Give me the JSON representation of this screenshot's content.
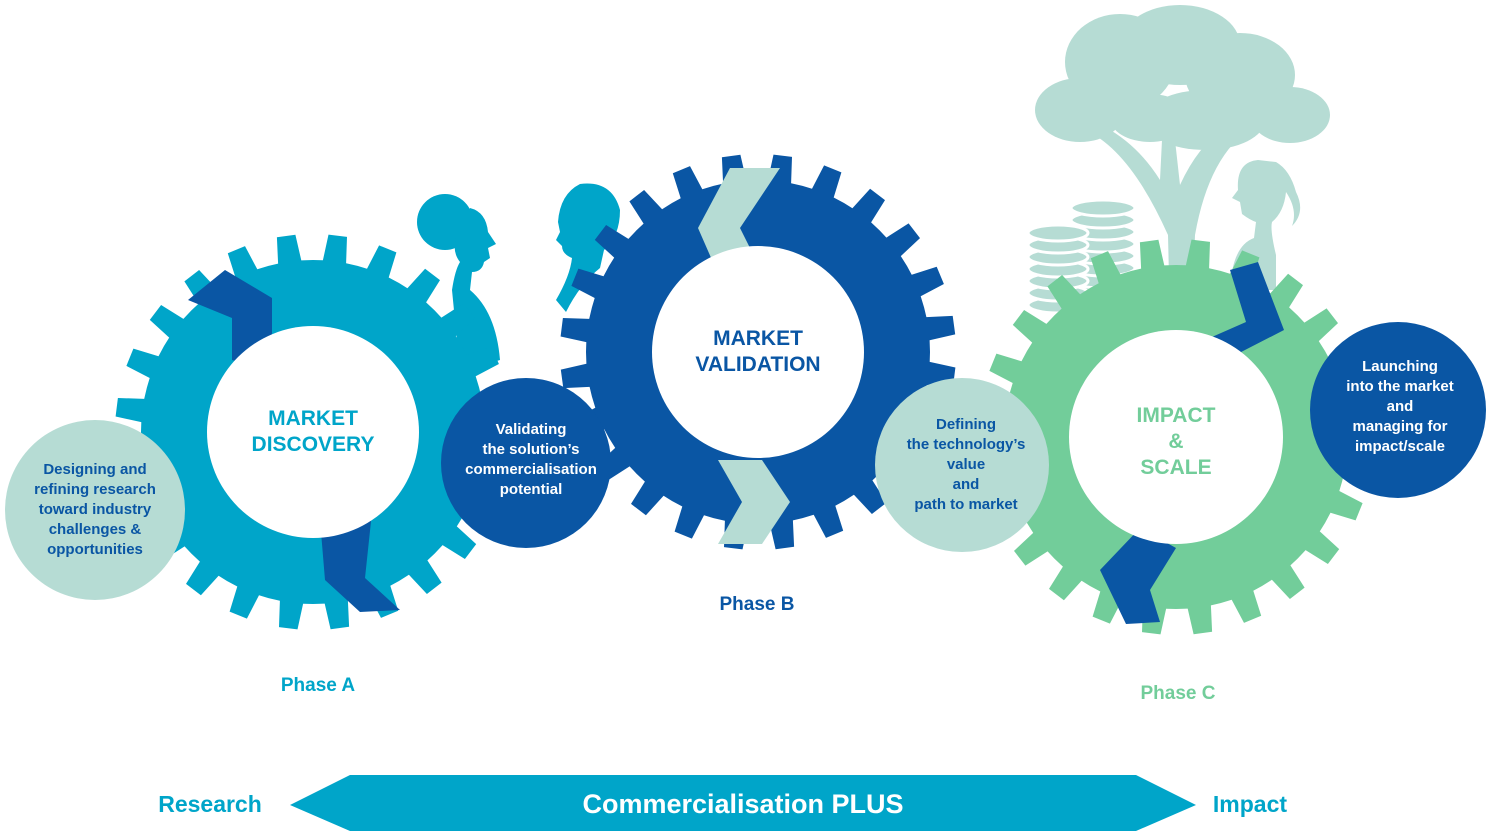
{
  "colors": {
    "cyan": "#00a5c9",
    "blue": "#0a56a4",
    "green": "#72cd9a",
    "pale": "#b6dcd4",
    "white": "#ffffff"
  },
  "icons": [
    "woman-silhouette-icon",
    "man-silhouette-icon",
    "tree-icon",
    "coin-stack-icon",
    "girl-silhouette-icon"
  ],
  "phases": [
    {
      "title": "MARKET\nDISCOVERY",
      "label": "Phase A",
      "bubble": "Designing and\nrefining research\ntoward industry\nchallenges &\nopportunities"
    },
    {
      "title": "MARKET\nVALIDATION",
      "label": "Phase B",
      "bubble_left": "Validating\nthe solution’s\ncommercialisation\npotential",
      "bubble_right": "Defining\nthe technology’s\nvalue\nand\npath to market"
    },
    {
      "title": "IMPACT\n&\nSCALE",
      "label": "Phase C",
      "bubble": "Launching\ninto the market\nand\nmanaging for\nimpact/scale"
    }
  ],
  "arrow": {
    "left_label": "Research",
    "center_label": "Commercialisation PLUS",
    "right_label": "Impact"
  }
}
